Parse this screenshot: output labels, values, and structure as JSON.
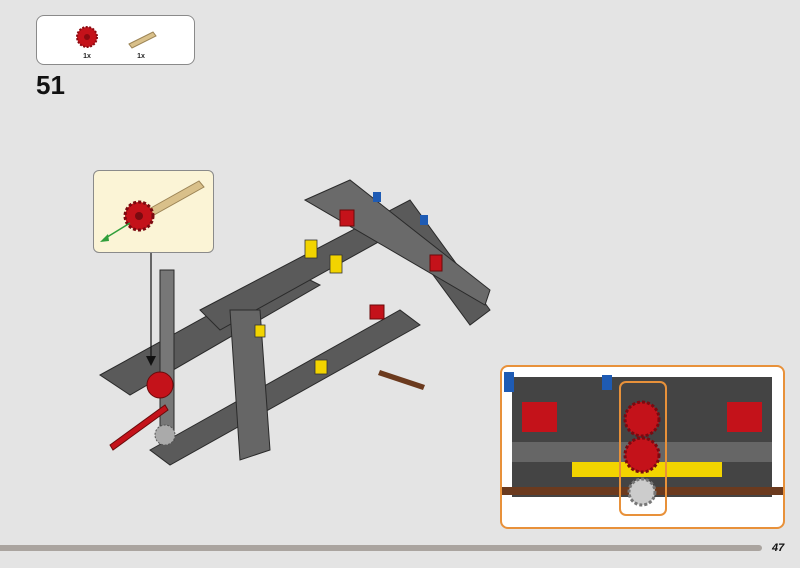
{
  "parts_list": {
    "items": [
      {
        "icon": "red-gear-icon",
        "quantity": "1x",
        "color": "#c4121a"
      },
      {
        "icon": "tan-axle-pin-icon",
        "quantity": "1x",
        "color": "#d9c08a"
      }
    ]
  },
  "step_number": "51",
  "page_number": "47",
  "colors": {
    "inset_border": "#e8913a",
    "callout_bg": "#fbf4d6",
    "progress_bar": "#aaa49f"
  }
}
